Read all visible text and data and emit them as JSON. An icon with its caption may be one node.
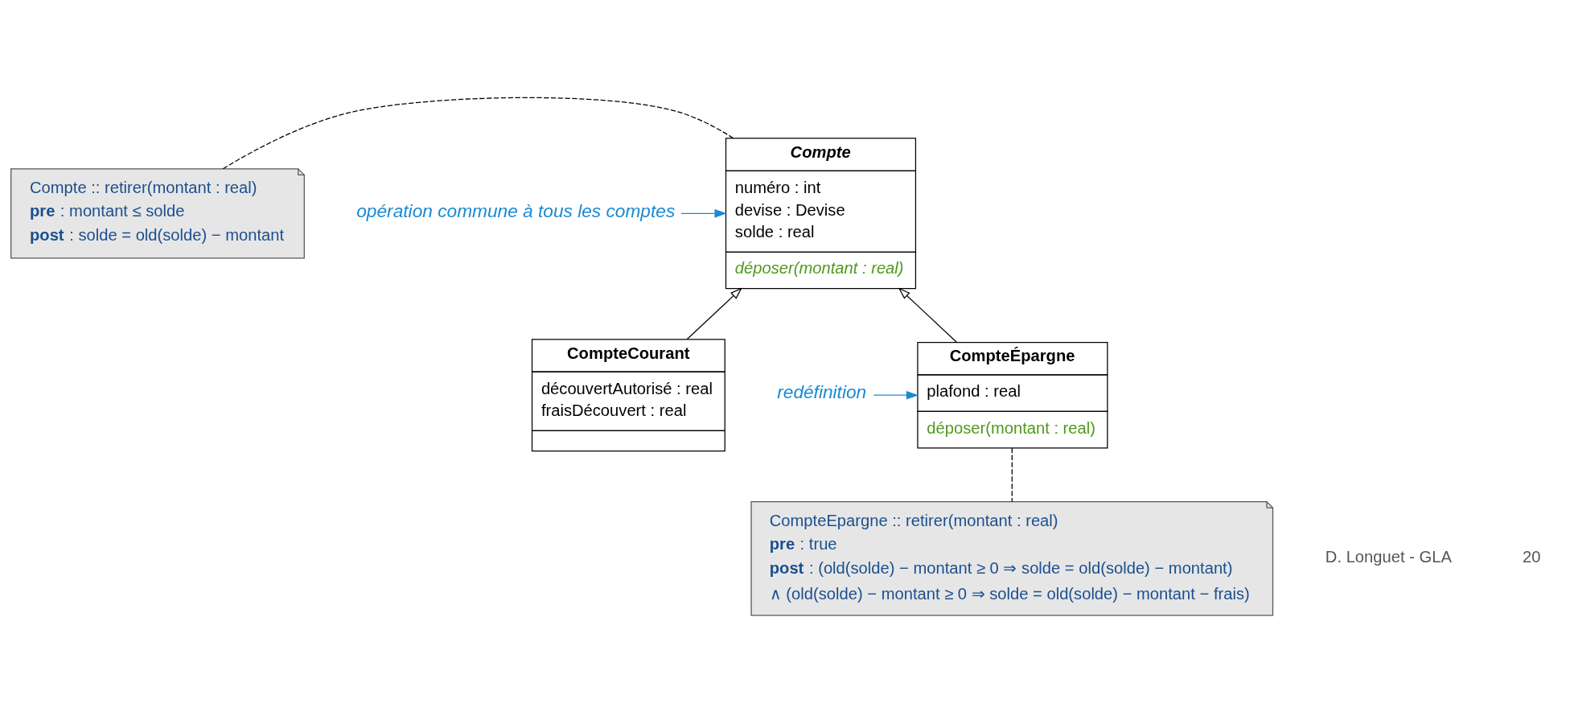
{
  "diagram": {
    "nodes": [
      {
        "text": [
          "Compte :: retirer(montant : real)",
          "**pre** : montant ≤ solde",
          "**post** : solde = old(solde) − montant"
        ]
      },
      {
        "text": [
          "Compte",
          "numéro : int",
          "devise : Devise",
          "solde : real",
          "déposer(montant : real)"
        ]
      },
      {
        "text": [
          "opération commune à tous les comptes"
        ]
      },
      {
        "text": [
          "CompteCourant",
          "découvertAutorisé : real",
          "fraisDécouvert : real"
        ]
      },
      {
        "text": [
          "CompteÉpargne",
          "plafond : real",
          "déposer(montant : real)"
        ]
      },
      {
        "text": [
          "redéfinition"
        ]
      },
      {
        "text": [
          "CompteEpargne :: retirer(montant : real)",
          "**pre** : true",
          "**post** : (old(solde) − montant ≥ 0 ⇒ solde = old(solde) − montant)",
          "∧ (old(solde) − montant ≥ 0 ⇒ solde = old(solde) − montant − frais)"
        ]
      }
    ],
    "edges": [
      {
        "from": 0,
        "to": 1,
        "arrow": "none",
        "style": "dashed"
      },
      {
        "from": 2,
        "to": 1,
        "arrow": "to",
        "color": "#1a8ad4"
      },
      {
        "from": 3,
        "to": 1,
        "arrow": "to"
      },
      {
        "from": 4,
        "to": 1,
        "arrow": "to"
      },
      {
        "from": 5,
        "to": 4,
        "arrow": "to",
        "color": "#1a8ad4"
      },
      {
        "from": 6,
        "to": 4,
        "arrow": "none",
        "style": "dashed"
      }
    ],
    "labels": [
      "D. Longuet - GLA",
      "20"
    ]
  }
}
